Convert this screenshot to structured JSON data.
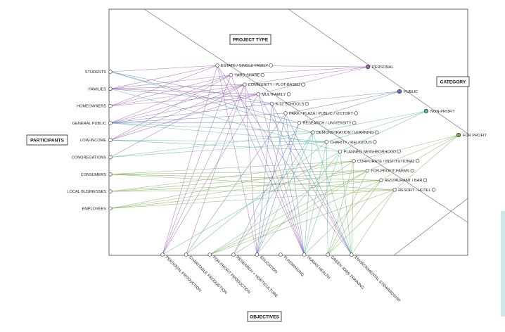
{
  "headers": {
    "project_type": "PROJECT TYPE",
    "category": "CATEGORY",
    "participants": "PARTICIPANTS",
    "objectives": "OBJECTIVES"
  },
  "participants": [
    "STUDENTS",
    "FAMILIES",
    "HOMEOWNERS",
    "GENERAL PUBLIC",
    "LOW-INCOME",
    "CONGREGATIONS",
    "CONSUMERS",
    "LOCAL BUSINESSES",
    "EMPLOYEES"
  ],
  "project_types": [
    "ESTATE / SINGLE FAMILY",
    "YARD SHARE",
    "COMMUNITY / PLOT-BASED",
    "MULTFAMILY",
    "K-12 SCHOOLS",
    "PARK / PLAZA / PUBLIC / VICTORY",
    "RESEARCH / UNIVERSITY",
    "DEMONSTRATION / LEARNING",
    "CHARITY / RELIGIOUS",
    "PLANNED NEIGHBORHOOD",
    "CORPORATE / INSTITUTIONAL",
    "FOR-PROFIT FARMS",
    "RESTAURANT / BAR",
    "RESORT / HOTEL"
  ],
  "categories": [
    {
      "label": "PERSONAL",
      "color": "#9b5fb0"
    },
    {
      "label": "PUBLIC",
      "color": "#5b6fbf"
    },
    {
      "label": "NON-PROFIT",
      "color": "#4fae9a"
    },
    {
      "label": "FOR PROFIT",
      "color": "#7aa84e"
    }
  ],
  "objectives": [
    "PERSONAL PRODUCTION",
    "CHARITABLE PRODUCTION",
    "FOR-PROFIT PRODUCTION",
    "RESEARCH + HORTICULTURE",
    "EDUCATION",
    "FUNDRAISING",
    "HUMAN HEALTH",
    "GREEN JOBS TRAINING",
    "ENVIRONMENTAL STEWARDSHIP"
  ]
}
